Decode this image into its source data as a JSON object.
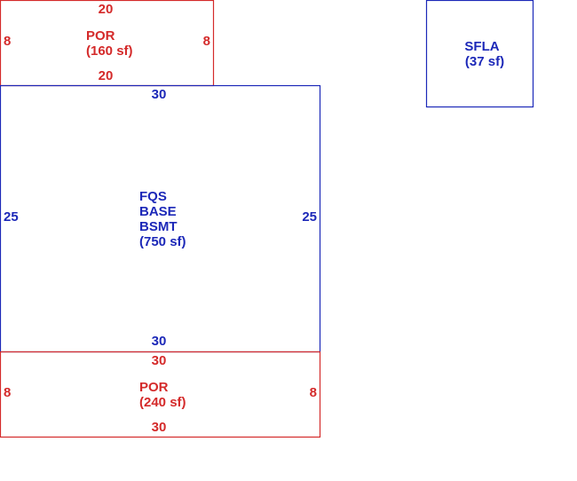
{
  "colors": {
    "por": "#d42a2a",
    "living": "#1c28b8",
    "background": "#ffffff"
  },
  "areas": {
    "por_top": {
      "name": "POR",
      "area": "(160 sf)",
      "dim_top": "20",
      "dim_bottom": "20",
      "dim_left": "8",
      "dim_right": "8"
    },
    "base": {
      "line1": "FQS",
      "line2": "BASE",
      "line3": "BSMT",
      "area": "(750 sf)",
      "dim_top": "30",
      "dim_bottom": "30",
      "dim_left": "25",
      "dim_right": "25"
    },
    "por_bottom": {
      "name": "POR",
      "area": "(240 sf)",
      "dim_top": "30",
      "dim_bottom": "30",
      "dim_left": "8",
      "dim_right": "8"
    },
    "sfla": {
      "name": "SFLA",
      "area": "(37 sf)"
    }
  }
}
